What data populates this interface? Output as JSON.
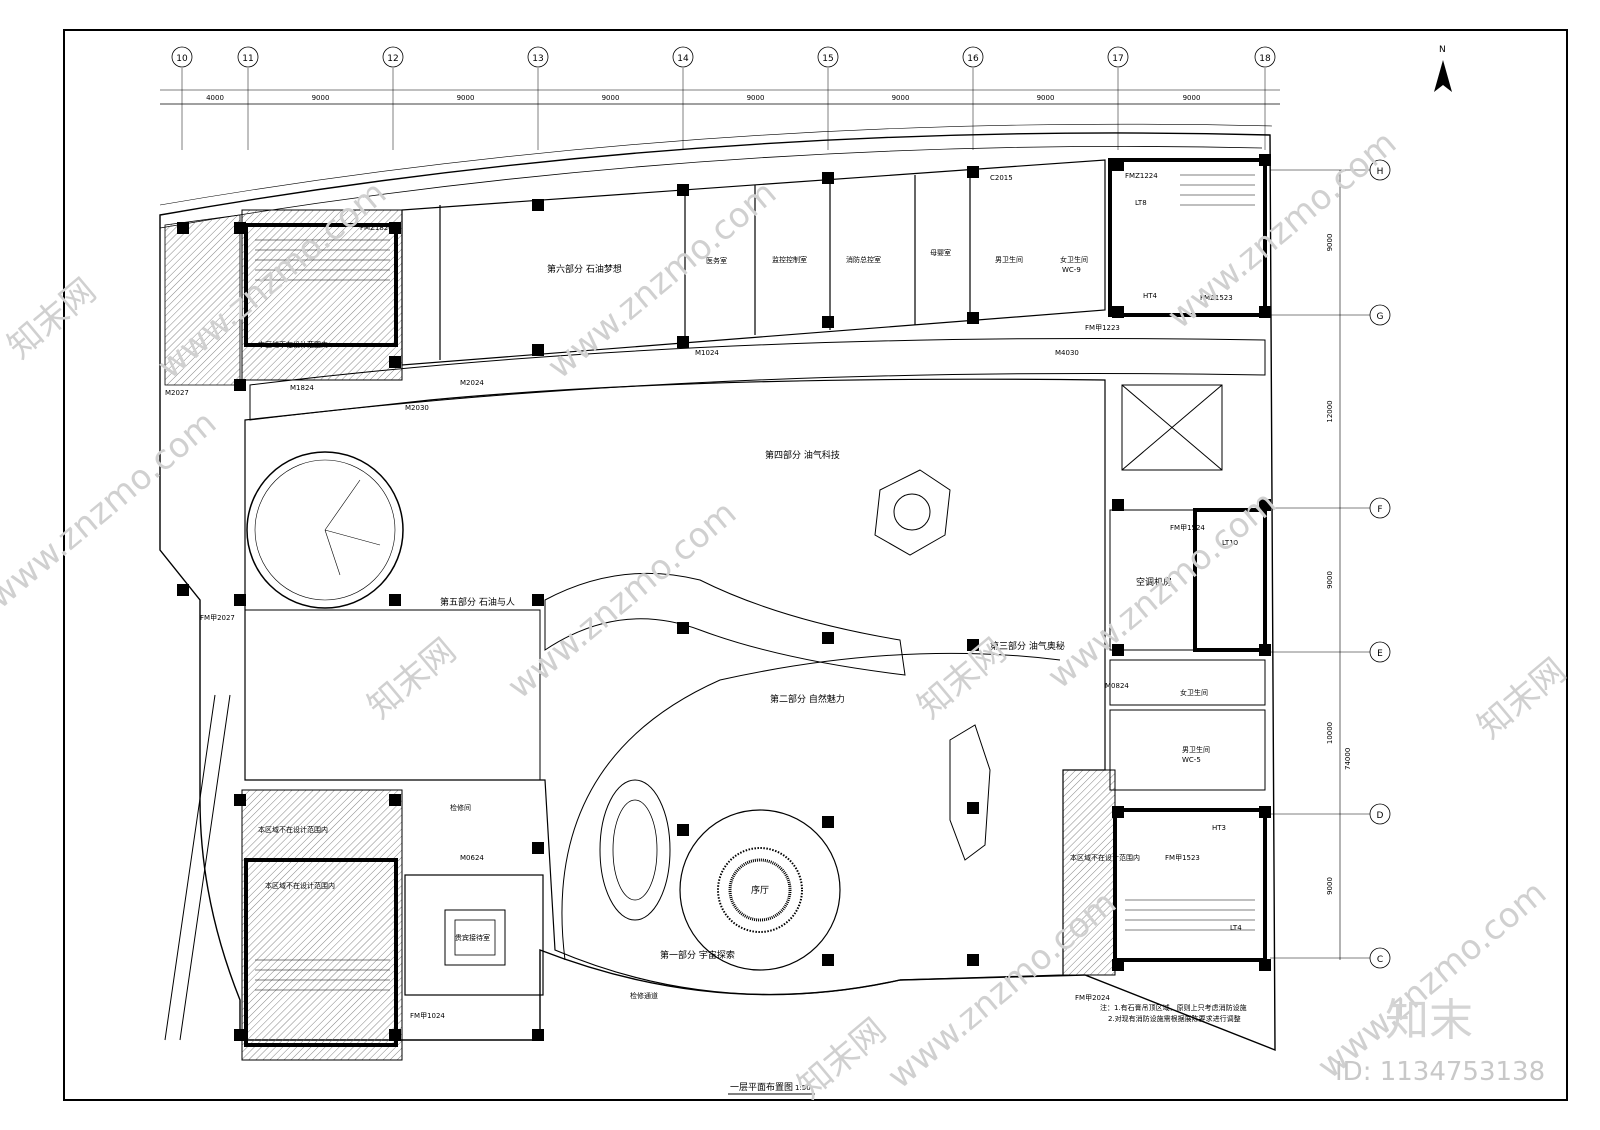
{
  "grid": {
    "columns": [
      "10",
      "11",
      "12",
      "13",
      "14",
      "15",
      "16",
      "17",
      "18"
    ],
    "column_spacing": [
      "4000",
      "9000",
      "9000",
      "9000",
      "9000",
      "9000",
      "9000",
      "9000"
    ],
    "rows": [
      "H",
      "G",
      "F",
      "E",
      "D",
      "C"
    ],
    "row_spacing": [
      "9000",
      "12000",
      "9000",
      "10000",
      "9000"
    ],
    "total": "74000"
  },
  "north": "N",
  "title": "一层平面布置图",
  "scale": "1:50",
  "sections": {
    "s1": "第一部分 宇宙探索",
    "s2": "第二部分 自然魅力",
    "s3": "第三部分 油气奥秘",
    "s4": "第四部分 油气科技",
    "s5": "第五部分 石油与人",
    "s6": "第六部分 石油梦想"
  },
  "rooms": {
    "medical": "医务室",
    "monitor": "监控控制室",
    "fire": "消防总控室",
    "mother": "母婴室",
    "male_wc_top": "男卫生间",
    "female_wc_top": "女卫生间",
    "wc9": "WC-9",
    "ac_room": "空调机房",
    "female_wc_right": "女卫生间",
    "male_wc_right": "男卫生间",
    "wc5": "WC-5",
    "lobby": "序厅",
    "vip": "贵宾接待室",
    "lt8": "LT8",
    "lt10": "LT10",
    "lt4": "LT4",
    "ht4": "HT4",
    "ht3": "HT3",
    "maintenance": "检修间",
    "corridor": "检修通道"
  },
  "excluded": "本区域不在设计范围内",
  "doors": [
    "FMZ1824",
    "FM甲2027",
    "FM甲1024",
    "FM甲2024",
    "FM甲1524",
    "M1024",
    "M0624",
    "M1824",
    "M2024",
    "M2030",
    "M4030",
    "C2015",
    "FM甲1523",
    "FMZ1523",
    "M2027",
    "FM甲1223",
    "M0824",
    "FMZ1224"
  ],
  "notes": [
    "注：1.有石膏吊顶区域，原则上只考虑消防设施",
    "2.对现有消防设施需根据展陈要求进行调整"
  ],
  "watermarks": {
    "site": "www.znzmo.com",
    "brand": "知末网",
    "logo": "知末",
    "id": "ID: 1134753138"
  },
  "colors": {
    "ink": "#000000",
    "hatch": "#555555",
    "watermark": "#d0d0d0"
  }
}
